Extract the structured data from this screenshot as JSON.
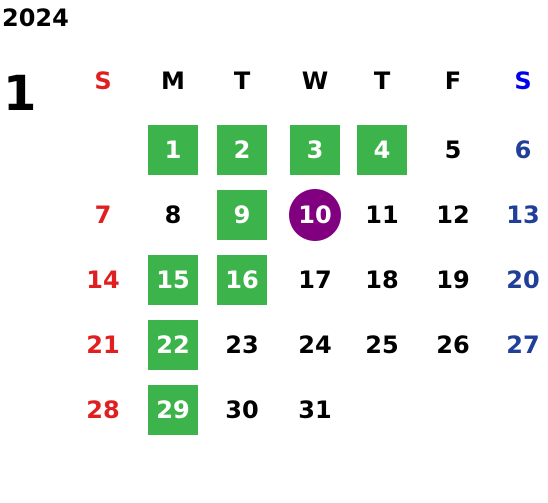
{
  "calendar": {
    "year": "2024",
    "month": "1",
    "weekdays": [
      {
        "label": "S",
        "role": "sunday"
      },
      {
        "label": "M",
        "role": "weekday"
      },
      {
        "label": "T",
        "role": "weekday"
      },
      {
        "label": "W",
        "role": "weekday"
      },
      {
        "label": "T",
        "role": "weekday"
      },
      {
        "label": "F",
        "role": "weekday"
      },
      {
        "label": "S",
        "role": "saturday"
      }
    ],
    "first_weekday_index": 1,
    "days_in_month": 31,
    "marked_days": [
      1,
      2,
      3,
      4,
      9,
      15,
      16,
      22,
      29
    ],
    "today": 10
  },
  "colors": {
    "text": "#000000",
    "sunday": "#e02020",
    "saturday": "#1f3f99",
    "saturday_header": "#0000ee",
    "marked_bg": "#3cb44b",
    "today_bg": "#800080",
    "marked_text": "#ffffff"
  }
}
